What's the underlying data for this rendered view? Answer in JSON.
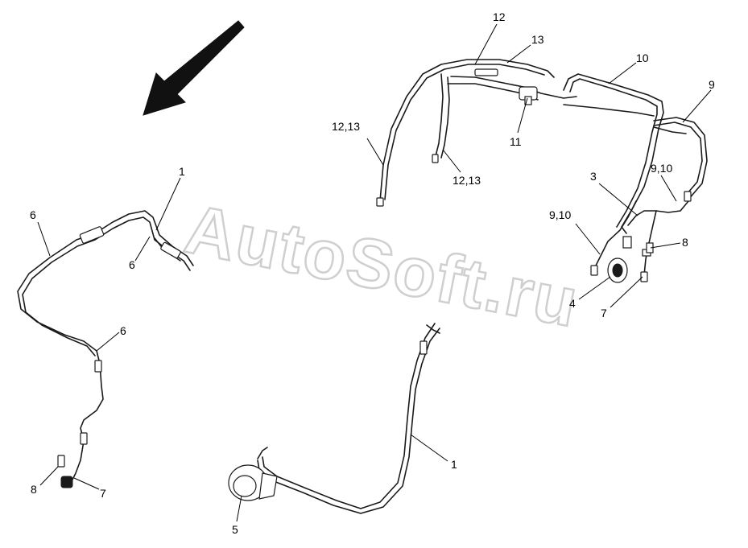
{
  "diagram": {
    "watermark": "AutoSoft.ru",
    "colors": {
      "line": "#1a1a1a",
      "watermark": "#d9d9d9",
      "background": "#ffffff"
    },
    "icons": {
      "direction_arrow": "arrow-down-left-icon"
    },
    "callouts": [
      {
        "id": "c12-top",
        "text": "12"
      },
      {
        "id": "c13-top",
        "text": "13"
      },
      {
        "id": "c10-top",
        "text": "10"
      },
      {
        "id": "c9-top",
        "text": "9"
      },
      {
        "id": "c11",
        "text": "11"
      },
      {
        "id": "c1213-left",
        "text": "12,13"
      },
      {
        "id": "c1213-mid",
        "text": "12,13"
      },
      {
        "id": "c3",
        "text": "3"
      },
      {
        "id": "c910-right",
        "text": "9,10"
      },
      {
        "id": "c910-left",
        "text": "9,10"
      },
      {
        "id": "c8-right",
        "text": "8"
      },
      {
        "id": "c4",
        "text": "4"
      },
      {
        "id": "c7-right",
        "text": "7"
      },
      {
        "id": "c1-top",
        "text": "1"
      },
      {
        "id": "c6-a",
        "text": "6"
      },
      {
        "id": "c6-b",
        "text": "6"
      },
      {
        "id": "c6-c",
        "text": "6"
      },
      {
        "id": "c8-left",
        "text": "8"
      },
      {
        "id": "c7-left",
        "text": "7"
      },
      {
        "id": "c5",
        "text": "5"
      },
      {
        "id": "c1-bottom",
        "text": "1"
      }
    ]
  }
}
